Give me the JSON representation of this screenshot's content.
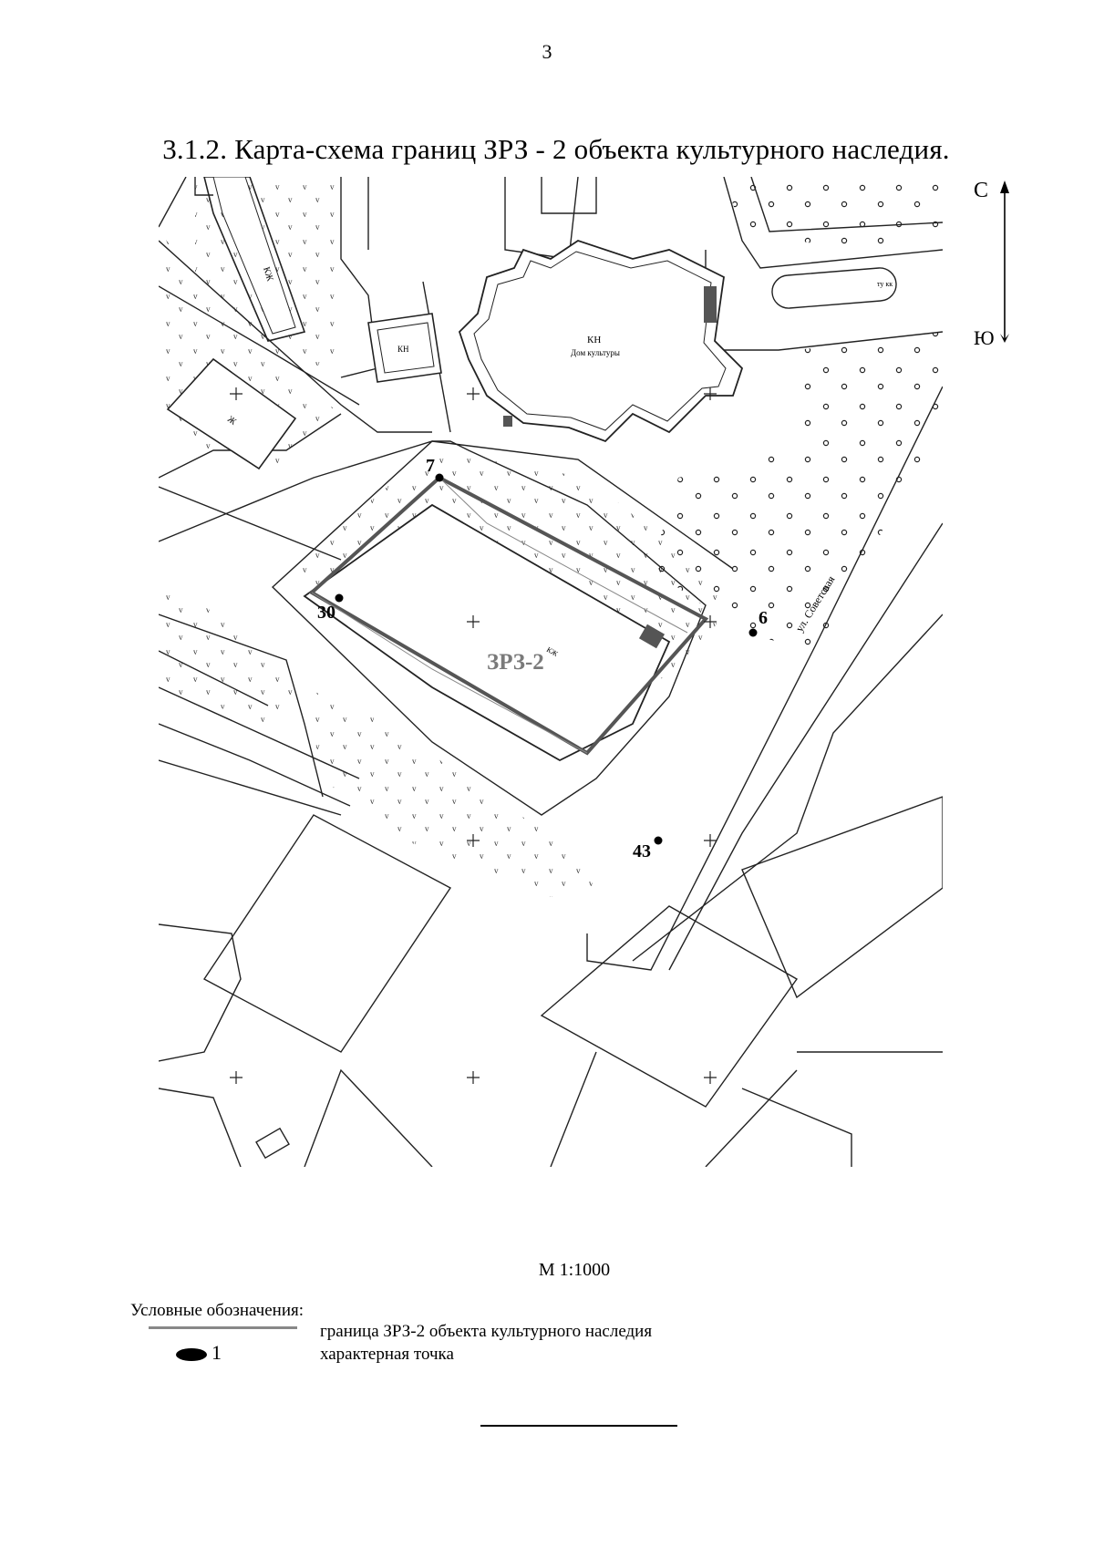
{
  "page_number": "3",
  "title": "3.1.2. Карта-схема границ ЗРЗ - 2 объекта культурного наследия.",
  "compass": {
    "north": "С",
    "south": "Ю"
  },
  "map": {
    "zone_label": "ЗРЗ-2",
    "street_label": "ул. Советская",
    "points": [
      {
        "id": "7",
        "label": "7"
      },
      {
        "id": "6",
        "label": "6"
      },
      {
        "id": "30",
        "label": "30"
      },
      {
        "id": "43",
        "label": "43"
      }
    ],
    "building_labels": {
      "kn": "КН",
      "kn_sub": "Дом культуры",
      "kzh": "КЖ",
      "kzh_sub": "КЖ",
      "zh": "Ж",
      "kn_small": "КН",
      "tu": "ту кк"
    }
  },
  "scale": "М 1:1000",
  "legend": {
    "title": "Условные обозначения:",
    "boundary_label": "граница ЗРЗ-2 объекта культурного наследия",
    "point_number": "1",
    "point_label": "характерная точка"
  },
  "colors": {
    "boundary": "#555555",
    "lines": "#222222",
    "zone_text": "#7a7a7a"
  }
}
